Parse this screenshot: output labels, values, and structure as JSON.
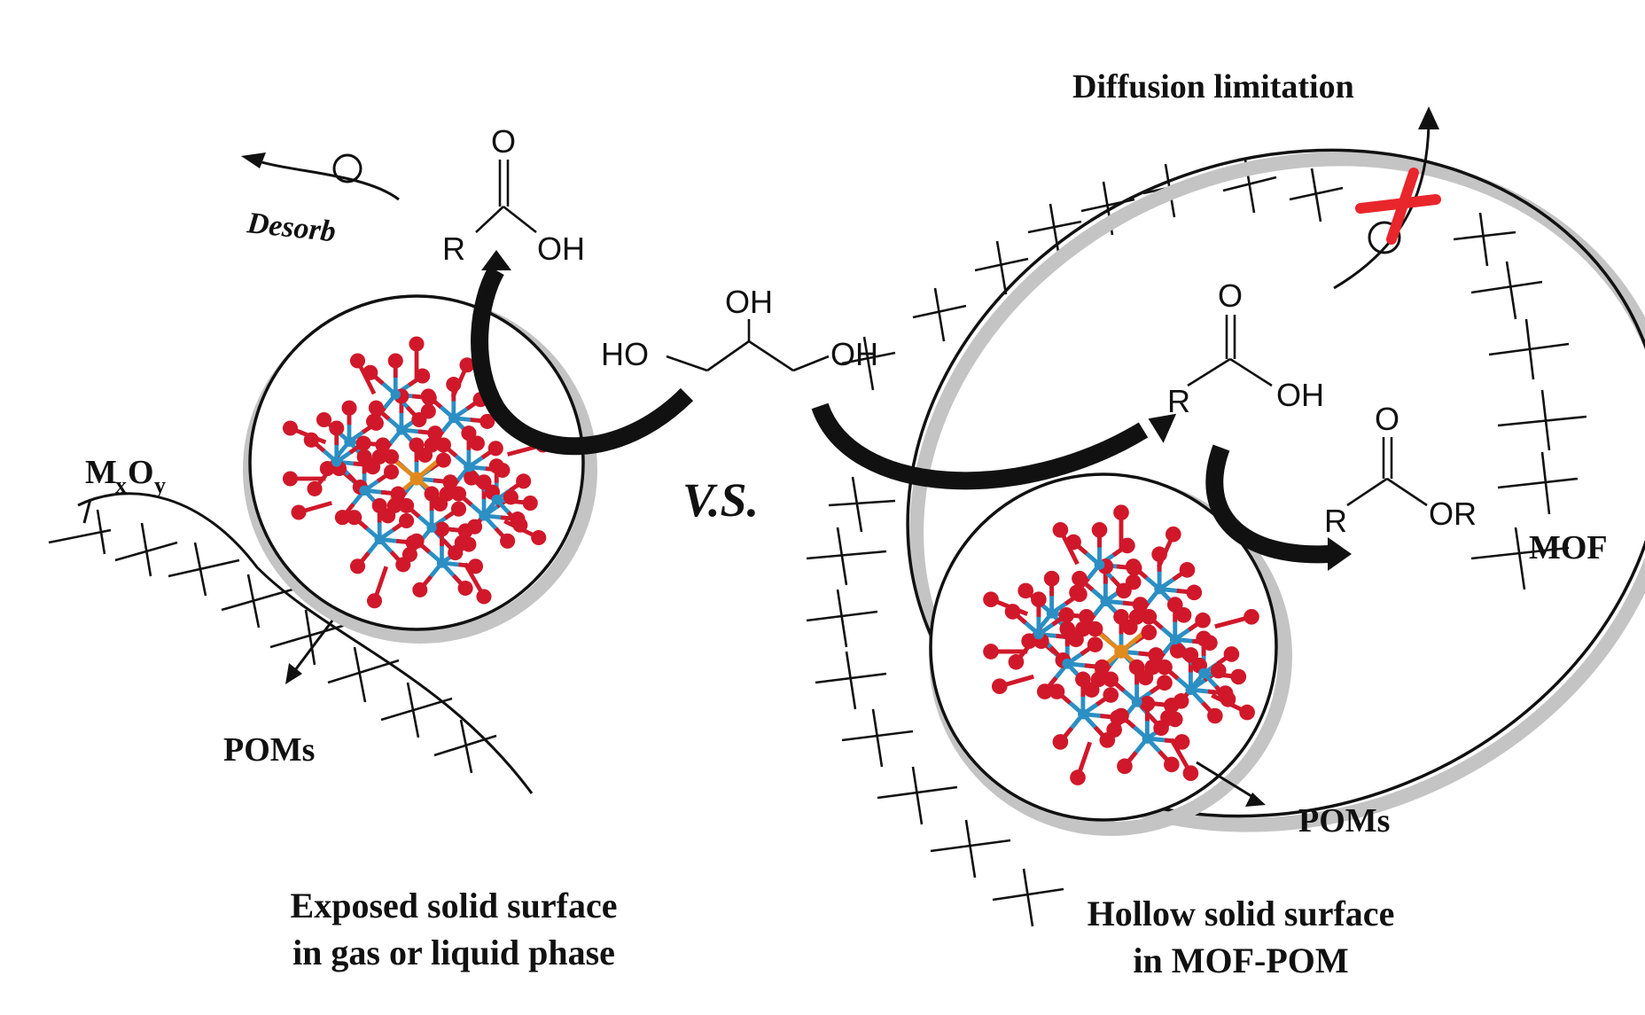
{
  "labels": {
    "diffusion_limitation": "Diffusion limitation",
    "desorb": "Desorb",
    "mxoy_m": "M",
    "mxoy_x": "x",
    "mxoy_o": "O",
    "mxoy_y": "y",
    "poms_left": "POMs",
    "poms_right": "POMs",
    "vs": "V.S.",
    "mof": "MOF",
    "caption_left_line1": "Exposed solid surface",
    "caption_left_line2": "in gas or liquid phase",
    "caption_right_line1": "Hollow solid surface",
    "caption_right_line2": "in MOF-POM"
  },
  "chem": {
    "acid_top": {
      "O": "O",
      "R": "R",
      "OH": "OH"
    },
    "glycerol": {
      "OH_top": "OH",
      "HO_left": "HO",
      "OH_right": "OH"
    },
    "acid_right": {
      "O": "O",
      "R": "R",
      "OH": "OH"
    },
    "ester": {
      "O": "O",
      "R": "R",
      "OR": "OR"
    }
  },
  "colors": {
    "oxygen_atom": "#d0182a",
    "metal_atom": "#2b8fc4",
    "central_atom": "#e08a1e",
    "blocked_cross": "#e8262b",
    "shadow": "#c4c4c4",
    "ink": "#111111"
  }
}
